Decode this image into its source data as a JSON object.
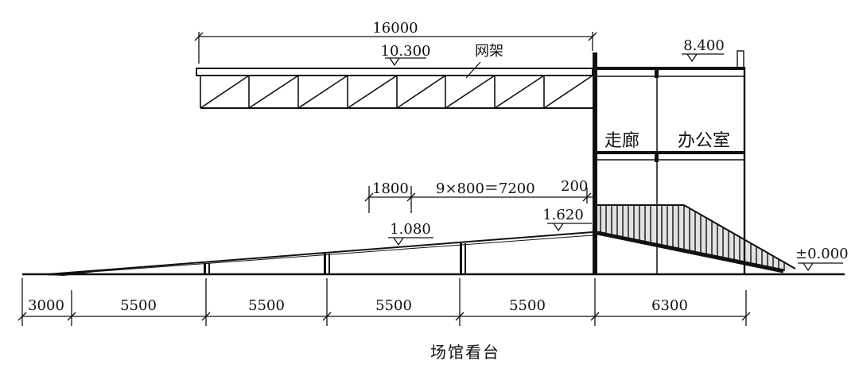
{
  "labels": {
    "span_top": "16000",
    "elev_truss": "10.300",
    "truss": "网架",
    "elev_roof": "8.400",
    "corridor": "走廊",
    "office": "办公室",
    "dim_1800": "1800",
    "dim_steps": "9×800＝7200",
    "dim_200": "200",
    "elev_1620": "1.620",
    "elev_1080": "1.080",
    "elev_ground": "±0.000",
    "caption": "场馆看台"
  },
  "base_dims": [
    "3000",
    "5500",
    "5500",
    "5500",
    "5500",
    "6300"
  ],
  "colors": {
    "ink": "#111111",
    "paper": "#ffffff"
  }
}
